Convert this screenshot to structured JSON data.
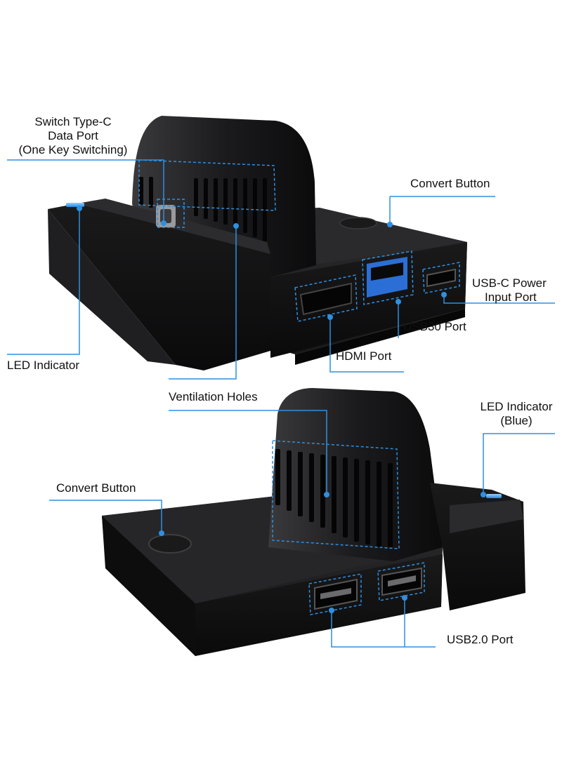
{
  "accent_color": "#2f8fe0",
  "top_view": {
    "labels": {
      "type_c_port": [
        "Switch Type-C",
        "Data Port",
        "(One Key Switching)"
      ],
      "convert_button": "Convert Button",
      "usb_c_power": [
        "USB-C Power",
        "Input Port"
      ],
      "usb30_port": "USB30 Port",
      "hdmi_port": "HDMI Port",
      "led_indicator": "LED Indicator",
      "ventilation_holes": "Ventilation Holes"
    }
  },
  "bottom_view": {
    "labels": {
      "led_indicator_blue": [
        "LED Indicator",
        "(Blue)"
      ],
      "convert_button": "Convert Button",
      "usb20_port": "USB2.0 Port"
    }
  }
}
